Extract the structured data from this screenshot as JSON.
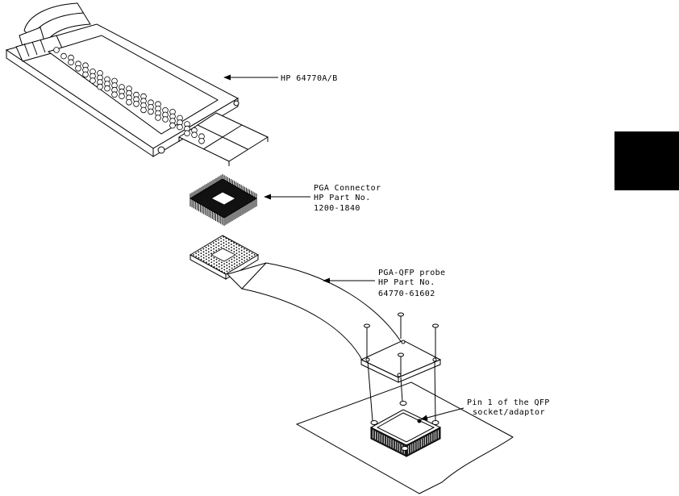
{
  "labels": {
    "emulator": "HP 64770A/B",
    "pga_line1": "PGA Connector",
    "pga_line2": "HP Part No.",
    "pga_line3": "1200-1840",
    "probe_line1": "PGA-QFP probe",
    "probe_line2": "HP Part No.",
    "probe_line3": "64770-61602",
    "pin_line1": "Pin 1 of the QFP",
    "pin_line2": "socket/adaptor"
  },
  "colors": {
    "ink": "#000000",
    "paper": "#ffffff",
    "tab": "#000000"
  }
}
